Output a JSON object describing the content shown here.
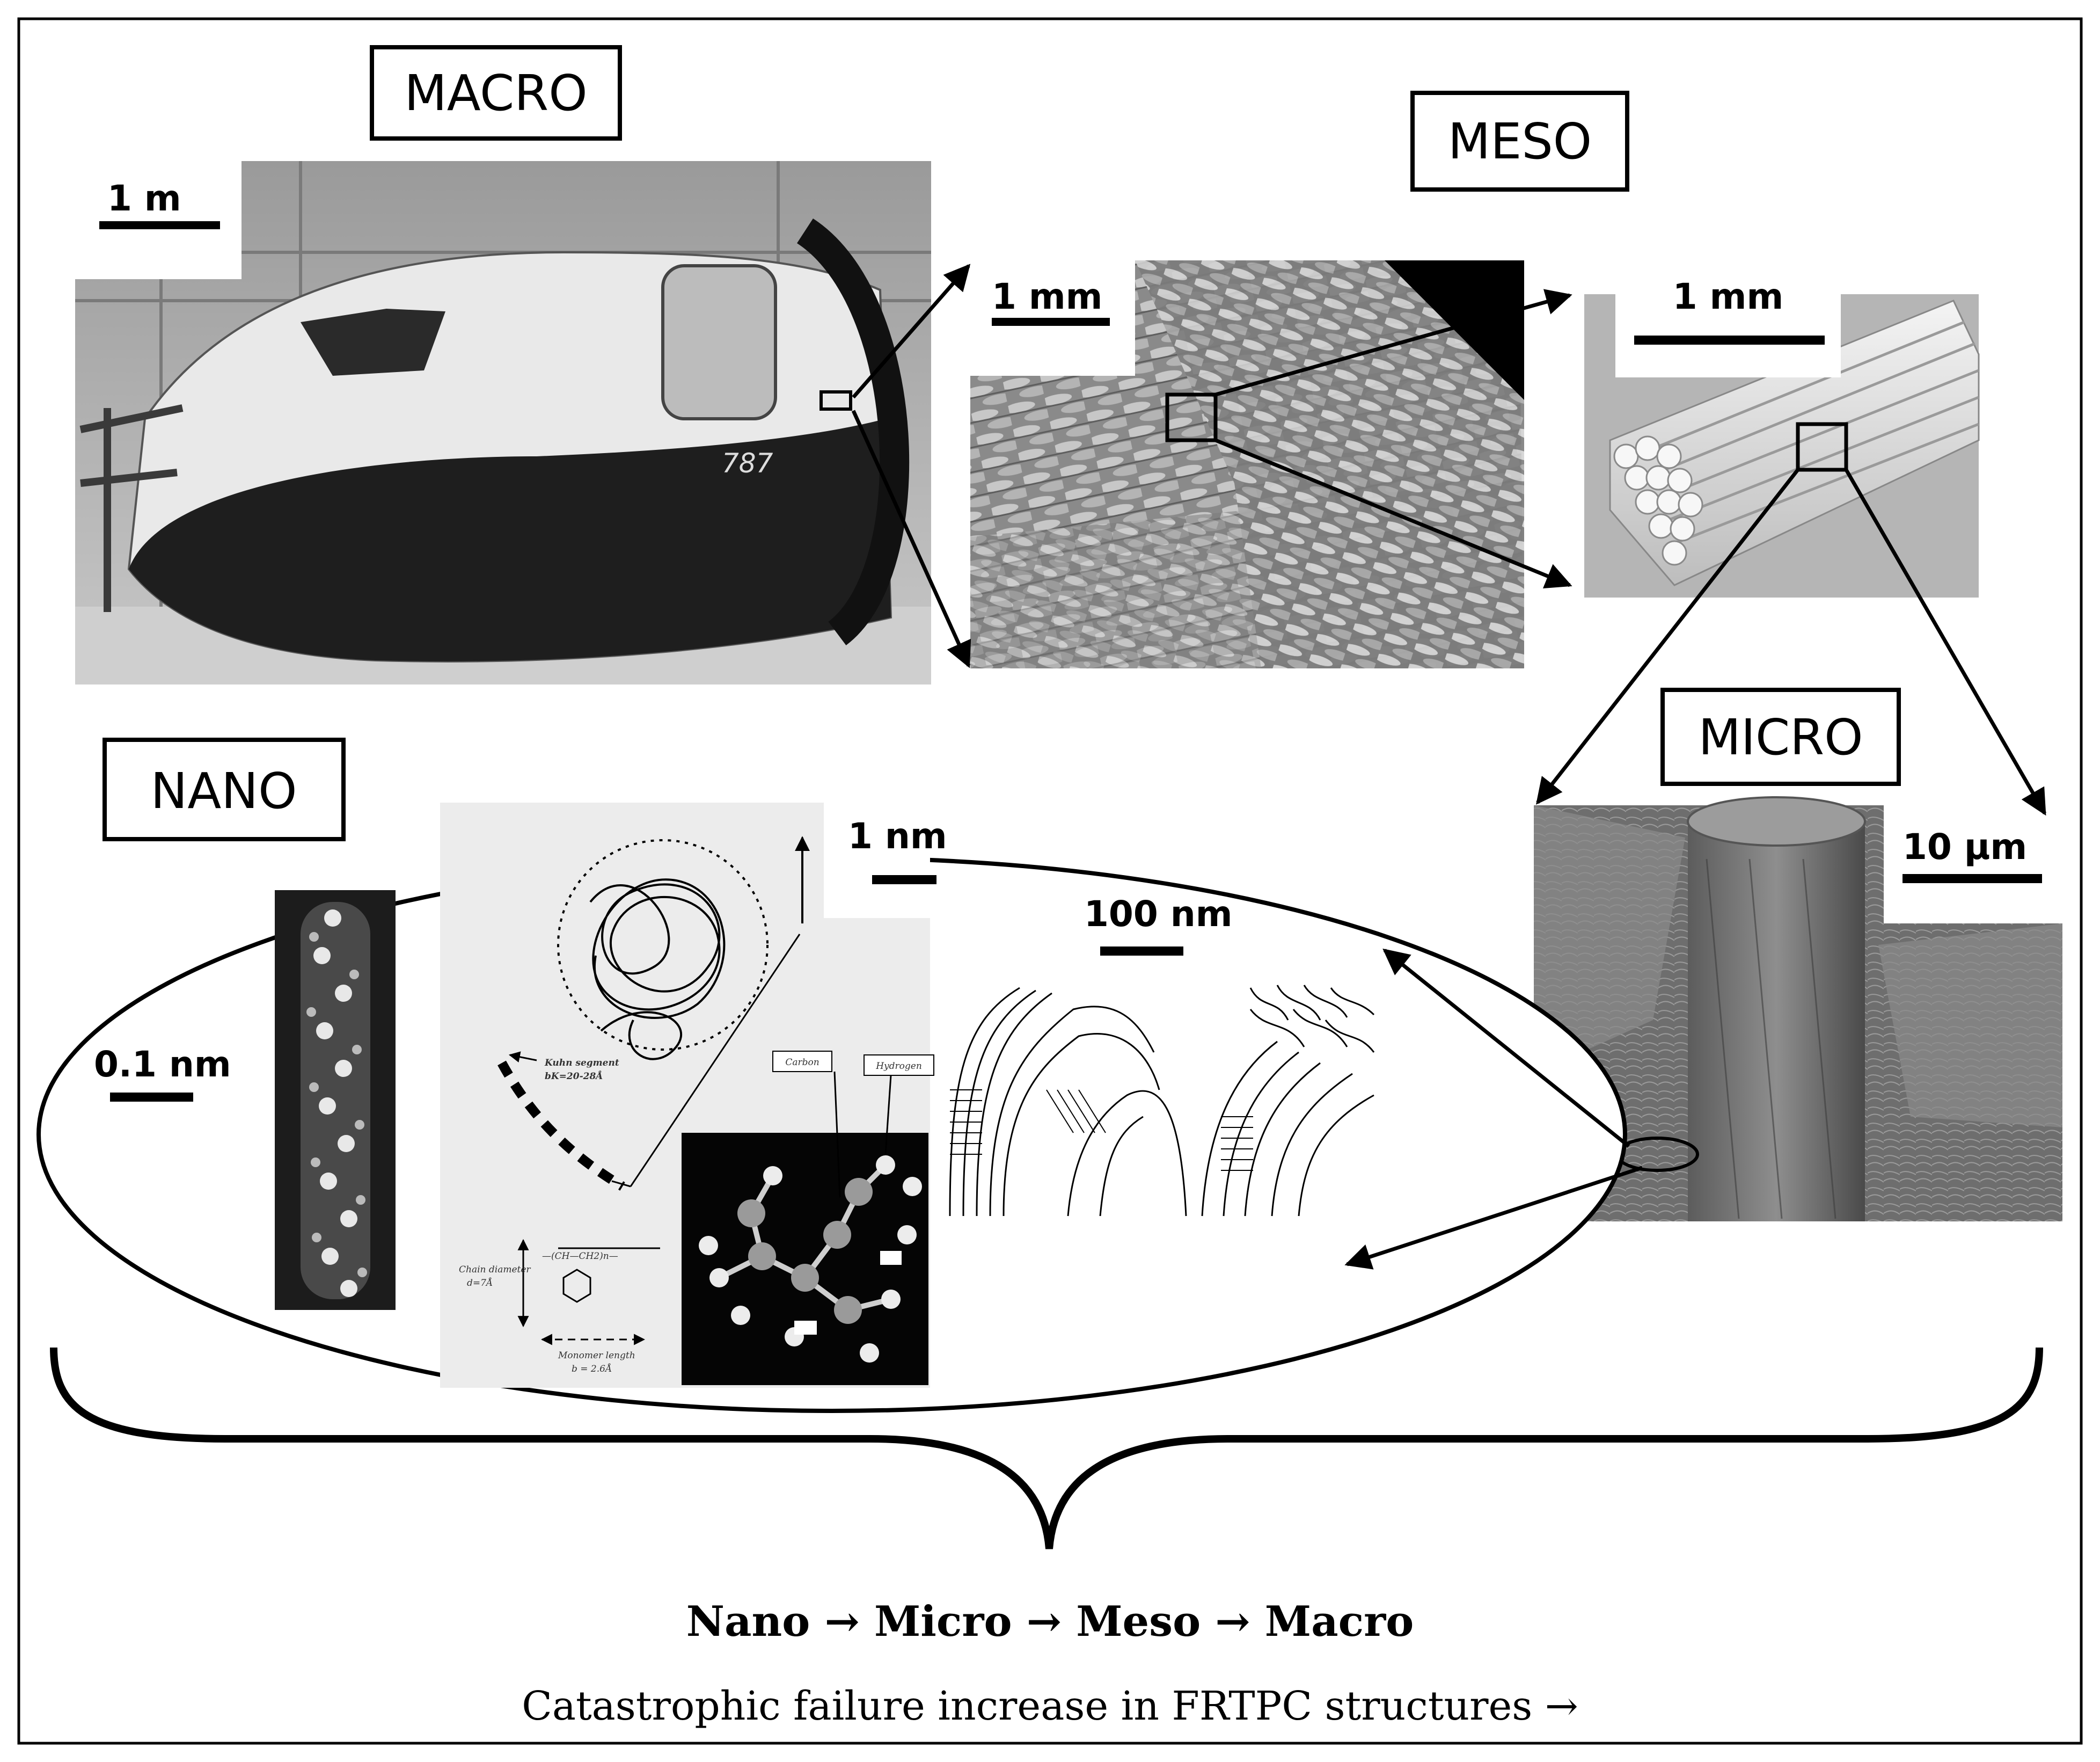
{
  "levels": {
    "macro": "MACRO",
    "meso": "MESO",
    "micro": "MICRO",
    "nano": "NANO"
  },
  "scale_bars": {
    "macro": "1 m",
    "meso_weave": "1 mm",
    "meso_bundle": "1 mm",
    "micro": "10 μm",
    "nano_atom": "0.1 nm",
    "nano_chain": "1 nm",
    "nano_lamella": "100 nm"
  },
  "image_labels": {
    "fuselage_model": "787",
    "kuhn_segment": "Kuhn segment",
    "kuhn_value": "bK=20-28Å",
    "chain_diameter": "Chain diameter",
    "chain_diameter_value": "d=7Å",
    "monomer_length": "Monomer length",
    "monomer_value": "b = 2.6Å",
    "repeat_unit": "—(CH—CH2)n—",
    "carbon": "Carbon",
    "hydrogen": "Hydrogen"
  },
  "caption": {
    "sequence": "Nano → Micro → Meso → Macro",
    "statement": "Catastrophic failure increase in FRTPC structures →"
  },
  "colors": {
    "ink": "#000000",
    "background": "#ffffff"
  }
}
